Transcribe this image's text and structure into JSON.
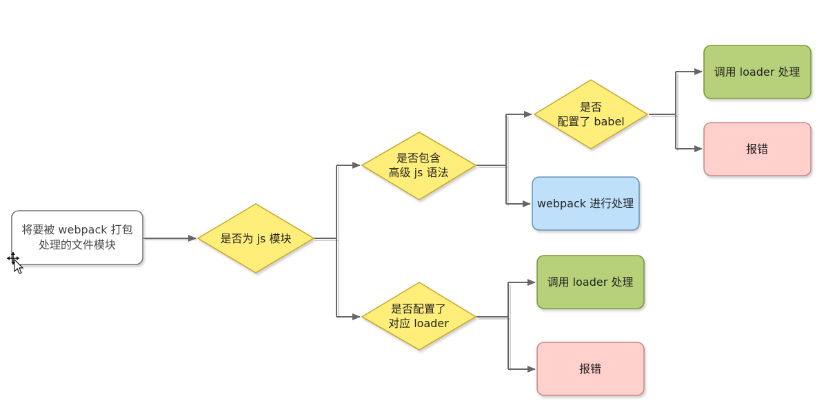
{
  "nodes": {
    "start": {
      "lines": [
        "将要被 webpack 打包",
        "处理的文件模块"
      ]
    },
    "is_js": {
      "lines": [
        "是否为 js 模块"
      ]
    },
    "has_advanced": {
      "lines": [
        "是否包含",
        "高级 js 语法"
      ]
    },
    "has_loader": {
      "lines": [
        "是否配置了",
        "对应 loader"
      ]
    },
    "babel": {
      "lines": [
        "是否",
        "配置了 babel"
      ]
    },
    "loader_ok_top": {
      "lines": [
        "调用 loader 处理"
      ]
    },
    "error_top": {
      "lines": [
        "报错"
      ]
    },
    "webpack": {
      "lines": [
        "webpack 进行处理"
      ]
    },
    "loader_ok_bottom": {
      "lines": [
        "调用 loader 处理"
      ]
    },
    "error_bottom": {
      "lines": [
        "报错"
      ]
    }
  },
  "colors": {
    "decision_fill": "#ffef7a",
    "decision_stroke": "#c9a92b",
    "success_fill": "#b7d07a",
    "success_stroke": "#7a9a3f",
    "error_fill": "#ffd0cc",
    "error_stroke": "#c88a86",
    "process_fill": "#bfe0fb",
    "process_stroke": "#6f94b8",
    "start_fill": "#ffffff",
    "start_stroke": "#777777",
    "edge": "#666666"
  }
}
